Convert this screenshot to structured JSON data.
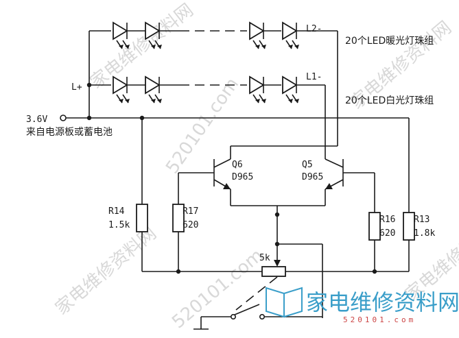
{
  "labels": {
    "l2": "L2-",
    "l1": "L1-",
    "lplus": "L+",
    "warm_group": "20个LED暖光灯珠组",
    "white_group": "20个LED白光灯珠组",
    "voltage": "3.6V",
    "source": "来自电源板或蓄电池",
    "q6": "Q6",
    "q6_part": "D965",
    "q5": "Q5",
    "q5_part": "D965",
    "r14": "R14",
    "r14_val": "1.5k",
    "r17": "R17",
    "r17_val": "620",
    "r16": "R16",
    "r16_val": "620",
    "r13": "R13",
    "r13_val": "1.8k",
    "pot": "5k"
  },
  "watermark": {
    "site_cn": "家电维修资料网",
    "brand_cn": "家电维修资料网",
    "url": "520101.com",
    "brand_url": "520101.com"
  },
  "colors": {
    "ink": "#1a1a1a",
    "brand": "#3a9ec9",
    "brand_url": "#cc4444",
    "watermark": "#d4d4d4"
  }
}
